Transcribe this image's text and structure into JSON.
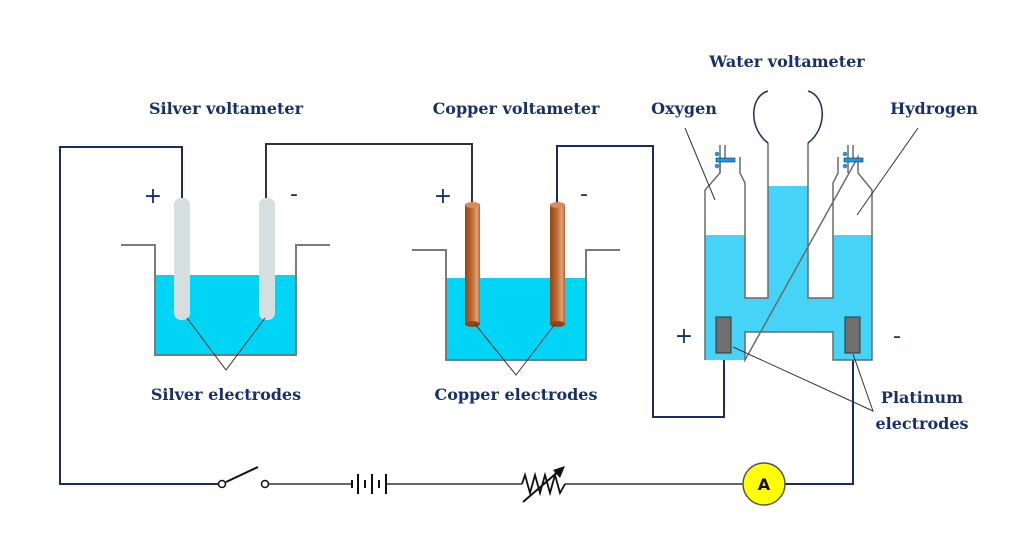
{
  "diagram": {
    "title": "Voltameters connected in series (Faraday's second law)",
    "colors": {
      "wire_navy": "#1c2a5e",
      "wire_dark": "#333333",
      "electrolyte_silver_copper": "#00d5f5",
      "electrolyte_water": "#45d4f7",
      "silver_electrode": "#d6dfe0",
      "copper_electrode": "#b5622a",
      "platinum_electrode": "#707070",
      "ammeter_fill": "#ffff00",
      "stopcock": "#1e9ad6",
      "label_text": "#17306b"
    },
    "silver_voltameter": {
      "title": "Silver voltameter",
      "anode_sign": "+",
      "cathode_sign": "-",
      "electrodes_label": "Silver electrodes"
    },
    "copper_voltameter": {
      "title": "Copper voltameter",
      "anode_sign": "+",
      "cathode_sign": "-",
      "electrodes_label": "Copper electrodes"
    },
    "water_voltameter": {
      "title": "Water voltameter",
      "left_gas": "Oxygen",
      "right_gas": "Hydrogen",
      "anode_sign": "+",
      "cathode_sign": "-",
      "electrodes_label_line1": "Platinum",
      "electrodes_label_line2": "electrodes"
    },
    "circuit": {
      "components": [
        "switch (open)",
        "battery",
        "rheostat",
        "ammeter"
      ],
      "ammeter_label": "A"
    }
  }
}
